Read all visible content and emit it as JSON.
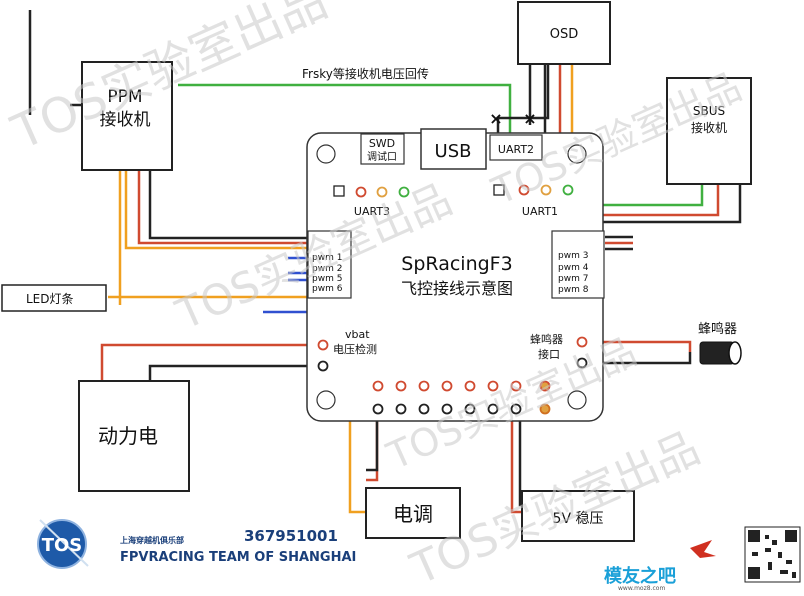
{
  "colors": {
    "wire_black": "#222222",
    "wire_red": "#d04a30",
    "wire_orange": "#f0a020",
    "wire_green": "#40b040",
    "wire_blue": "#3050d0",
    "pad_gold": "#e0a040"
  },
  "boxes": {
    "ppm": {
      "line1": "PPM",
      "line2": "接收机"
    },
    "osd": "OSD",
    "sbus": {
      "line1": "SBUS",
      "line2": "接收机"
    },
    "led": "LED灯条",
    "power": "动力电",
    "esc": "电调",
    "regulator": "5V 稳压"
  },
  "board": {
    "swd_line1": "SWD",
    "swd_line2": "调试口",
    "usb": "USB",
    "uart2": "UART2",
    "uart3": "UART3",
    "uart1": "UART1",
    "title": "SpRacingF3",
    "subtitle": "飞控接线示意图",
    "pwm_left": [
      "pwm 1",
      "pwm 2",
      "pwm 5",
      "pwm 6"
    ],
    "pwm_right": [
      "pwm 3",
      "pwm 4",
      "pwm 7",
      "pwm 8"
    ],
    "vbat_line1": "vbat",
    "vbat_line2": "电压检测",
    "buzzer_port_line1": "蜂鸣器",
    "buzzer_port_line2": "接口"
  },
  "labels": {
    "frsky": "Frsky等接收机电压回传",
    "buzzer": "蜂鸣器",
    "x_mark": "×"
  },
  "watermark": "TOS实验室出品",
  "logo": {
    "badge": "TOS",
    "club_cn": "上海穿越机俱乐部",
    "club_en": "FPVRACING TEAM OF SHANGHAI",
    "number": "367951001"
  },
  "site": {
    "name": "模友之吧",
    "url": "www.moz8.com"
  }
}
